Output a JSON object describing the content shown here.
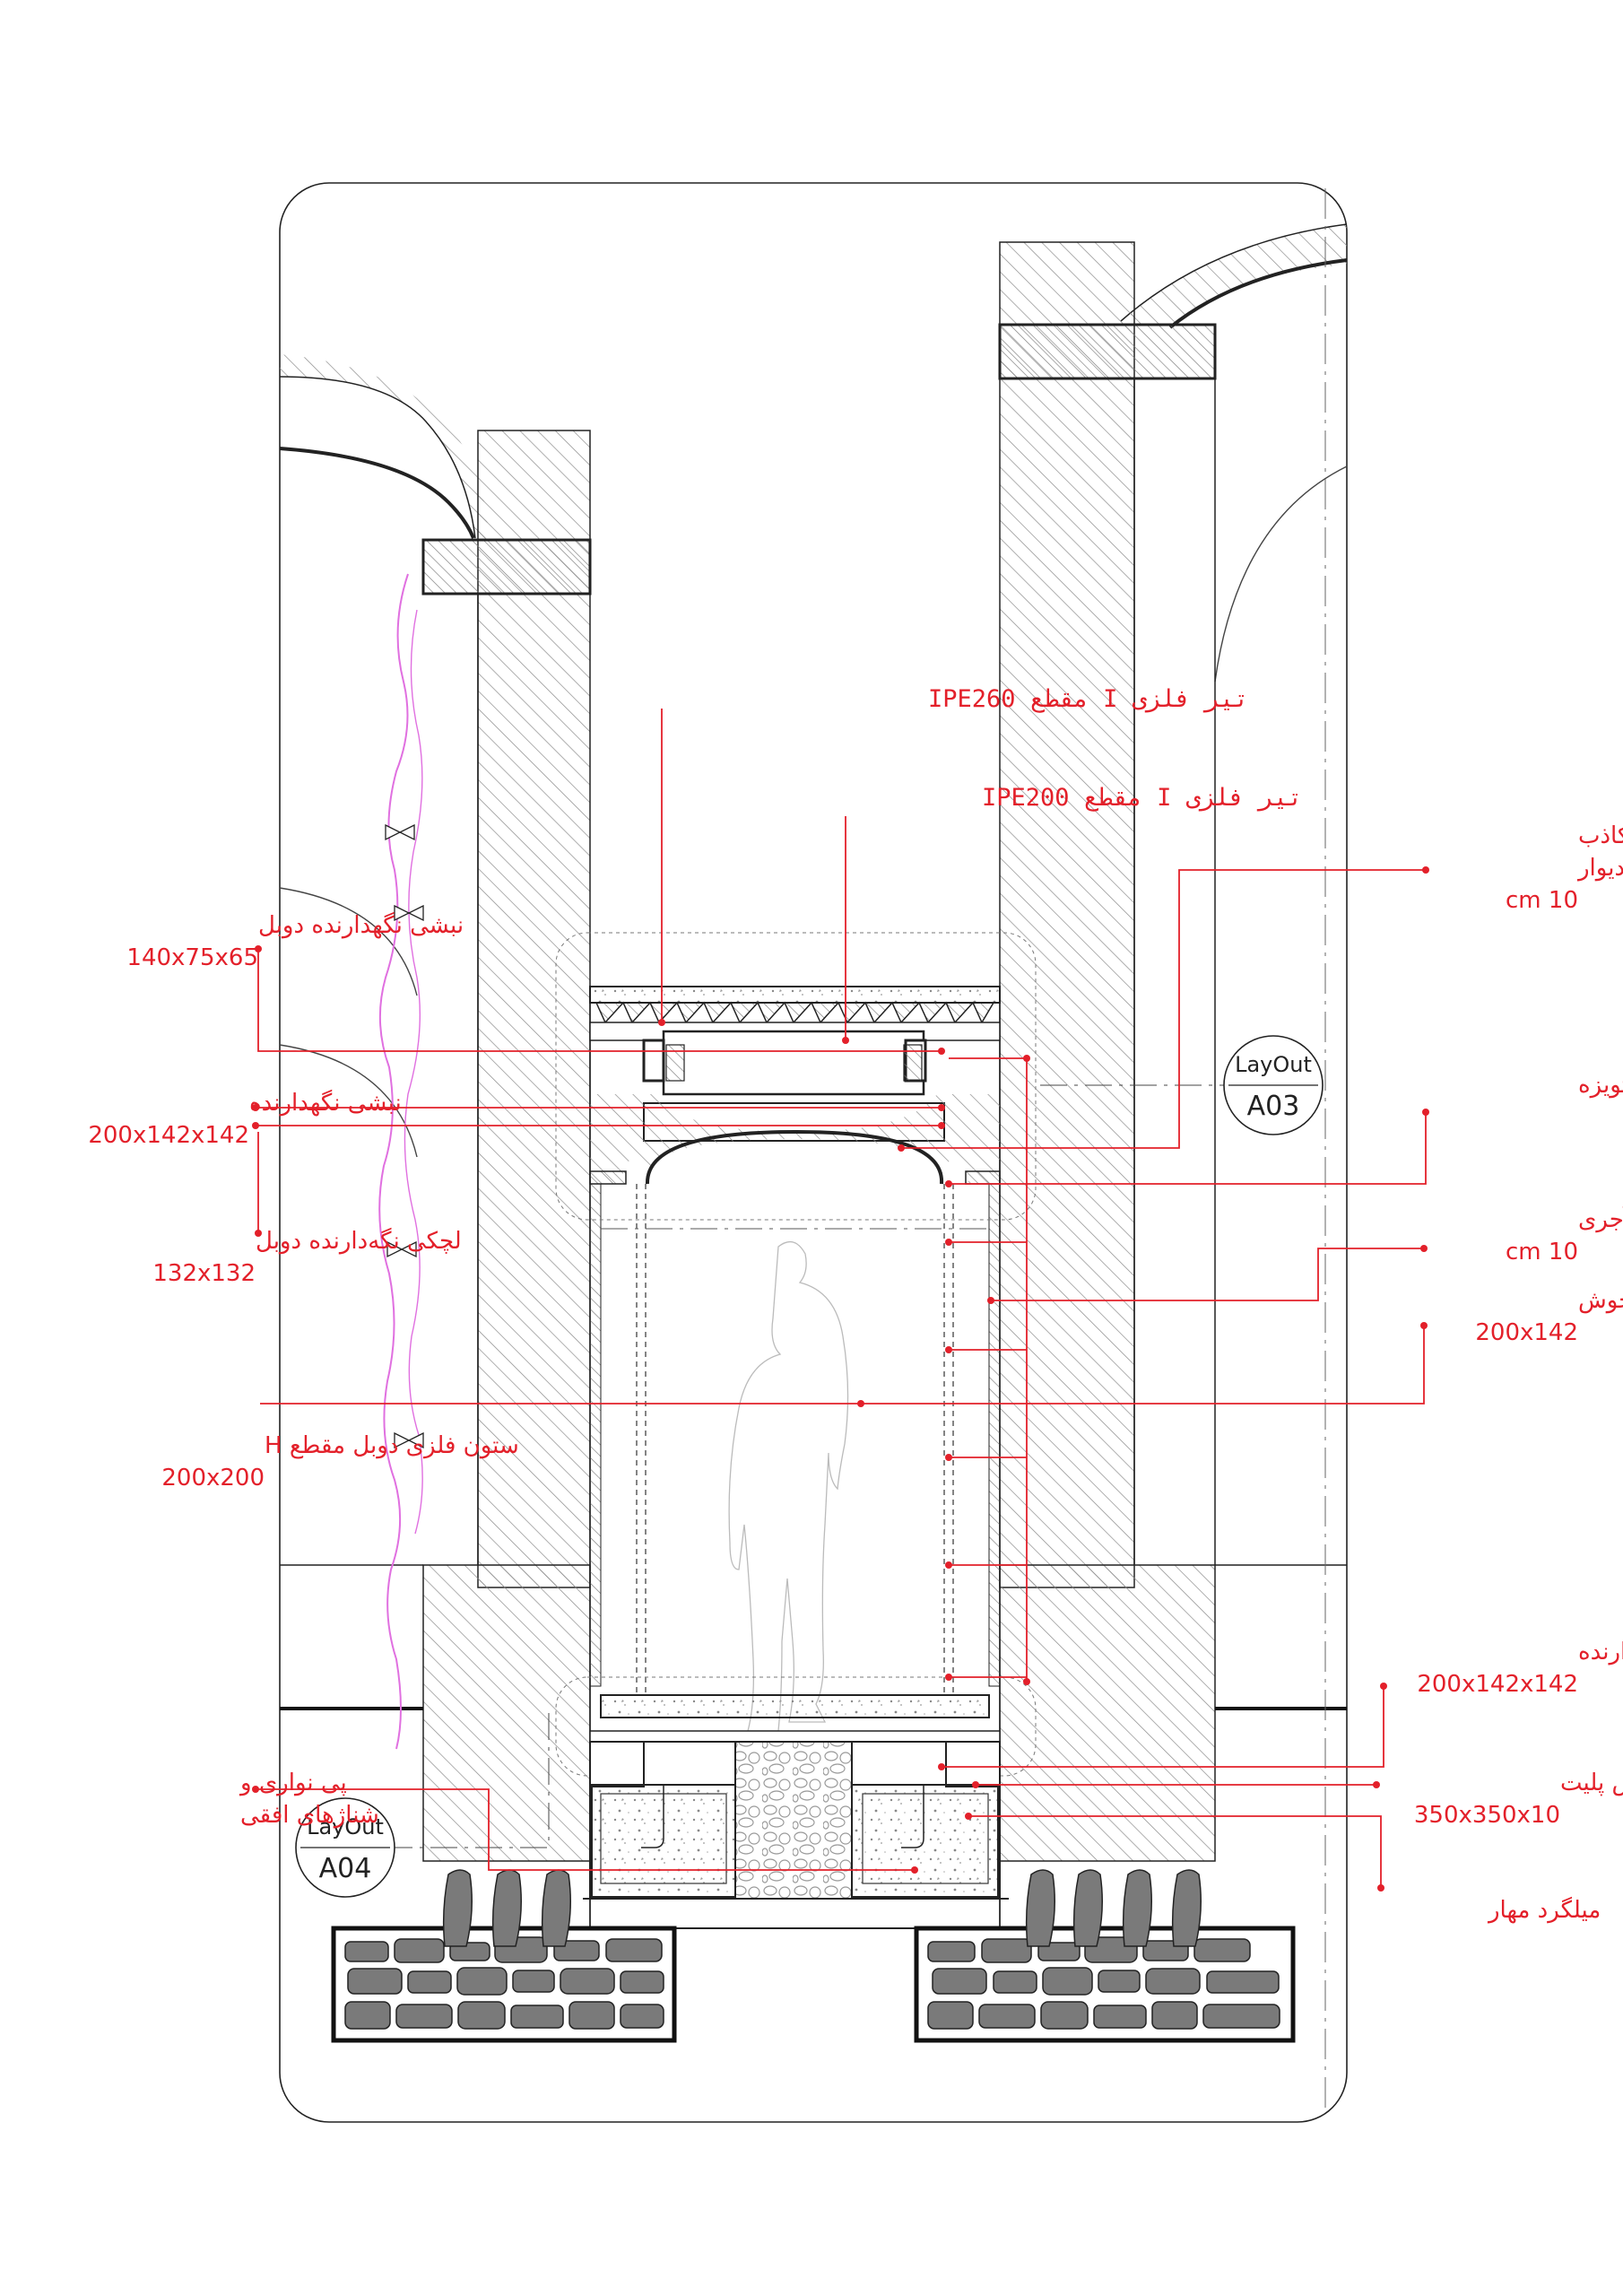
{
  "annotations": {
    "ipe260": "تیر فلزی I مقطع IPE260",
    "ipe200": "تیر فلزی I مقطع IPE200",
    "false_arch_l1": "نماسازی | طاق آهنگ کاذب",
    "false_arch_l2": "روی تویزه و دیوار",
    "false_arch_l3": "cm 10",
    "double_angle_l1": "نبشی نگهدارنده دوبل",
    "double_angle_l2": "140x75x65",
    "retaining_angle_l1": "نبشی نگهدارنده",
    "retaining_angle_l2": "200x142x142",
    "tuyeh_facade": "نماسازی | تویزه",
    "gusset_l1": "لچکی نگه‌دارنده دوبل",
    "gusset_l2": "132x132",
    "brick_wall_l1": "نماسازی | جداره آجری",
    "brick_wall_l2": "cm 10",
    "steel_strip_l1": "تسمه فلزی و جوش",
    "steel_strip_l2": "200x142",
    "column_l1": "ستون فلزی دوبل مقطع H",
    "column_l2": "200x200",
    "retaining_angle_b_l1": "نبشی نگهدارنده",
    "retaining_angle_b_l2": "200x142x142",
    "strip_footing_l1": "پی نواری و",
    "strip_footing_l2": "شناژهای افقی",
    "base_plate_l1": "بیس پلیت",
    "base_plate_l2": "350x350x10",
    "anchor_bolt": "میلگرد مهار"
  },
  "layout_refs": {
    "a03": {
      "top": "LayOut",
      "code": "A03"
    },
    "a04": {
      "top": "LayOut",
      "code": "A04"
    }
  },
  "colors": {
    "annotation": "#e3202a",
    "outline": "#1a1a1a",
    "vine": "#e070e0",
    "hatch": "#9a9a9a",
    "stone": "#6a6a6a"
  }
}
